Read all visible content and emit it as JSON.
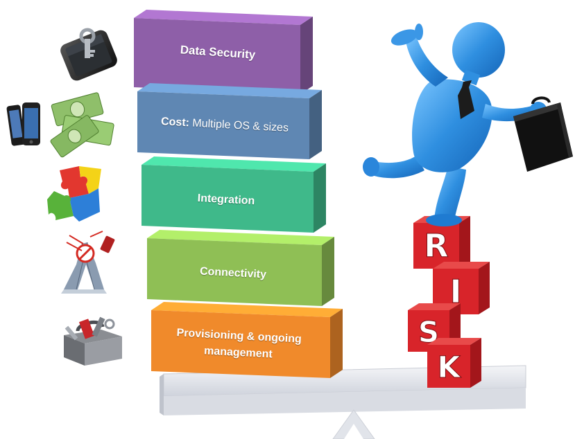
{
  "blocks": [
    {
      "id": "data-security",
      "label": "Data Security",
      "color": "#8e5fa8",
      "icon": "locked-phone-icon"
    },
    {
      "id": "cost",
      "label_bold": "Cost:",
      "label_rest": " Multiple OS & sizes",
      "color": "#5f87b3",
      "icon": "phones-and-money-icon"
    },
    {
      "id": "integration",
      "label": "Integration",
      "color": "#3fb98a",
      "icon": "puzzle-pieces-icon"
    },
    {
      "id": "connectivity",
      "label": "Connectivity",
      "color": "#8fbf55",
      "icon": "no-signal-tower-icon"
    },
    {
      "id": "provisioning",
      "label_line1": "Provisioning & ongoing",
      "label_line2": "management",
      "color": "#f08a2b",
      "icon": "toolbox-icon"
    }
  ],
  "risk_cubes": [
    "R",
    "I",
    "S",
    "K"
  ],
  "colors": {
    "figure_blue": "#2f8fe0",
    "cube_red": "#d8242a",
    "tie": "#1c1c1c",
    "seesaw": "#e6e8ee"
  },
  "figure": "balancing-businessman-icon",
  "briefcase": "briefcase-icon"
}
